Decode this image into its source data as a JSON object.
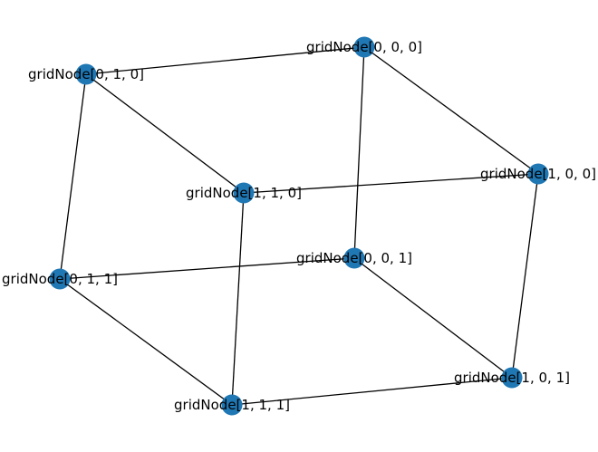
{
  "graph": {
    "node_color": "#1f77b4",
    "edge_color": "#000000",
    "label_color": "#000000",
    "nodes": [
      {
        "id": "n000",
        "label": "gridNode[0, 0, 0]"
      },
      {
        "id": "n010",
        "label": "gridNode[0, 1, 0]"
      },
      {
        "id": "n100",
        "label": "gridNode[1, 0, 0]"
      },
      {
        "id": "n110",
        "label": "gridNode[1, 1, 0]"
      },
      {
        "id": "n001",
        "label": "gridNode[0, 0, 1]"
      },
      {
        "id": "n011",
        "label": "gridNode[0, 1, 1]"
      },
      {
        "id": "n101",
        "label": "gridNode[1, 0, 1]"
      },
      {
        "id": "n111",
        "label": "gridNode[1, 1, 1]"
      }
    ],
    "edges": [
      [
        "n000",
        "n010"
      ],
      [
        "n000",
        "n100"
      ],
      [
        "n000",
        "n001"
      ],
      [
        "n010",
        "n110"
      ],
      [
        "n010",
        "n011"
      ],
      [
        "n100",
        "n110"
      ],
      [
        "n100",
        "n101"
      ],
      [
        "n110",
        "n111"
      ],
      [
        "n001",
        "n011"
      ],
      [
        "n001",
        "n101"
      ],
      [
        "n011",
        "n111"
      ],
      [
        "n101",
        "n111"
      ]
    ]
  }
}
